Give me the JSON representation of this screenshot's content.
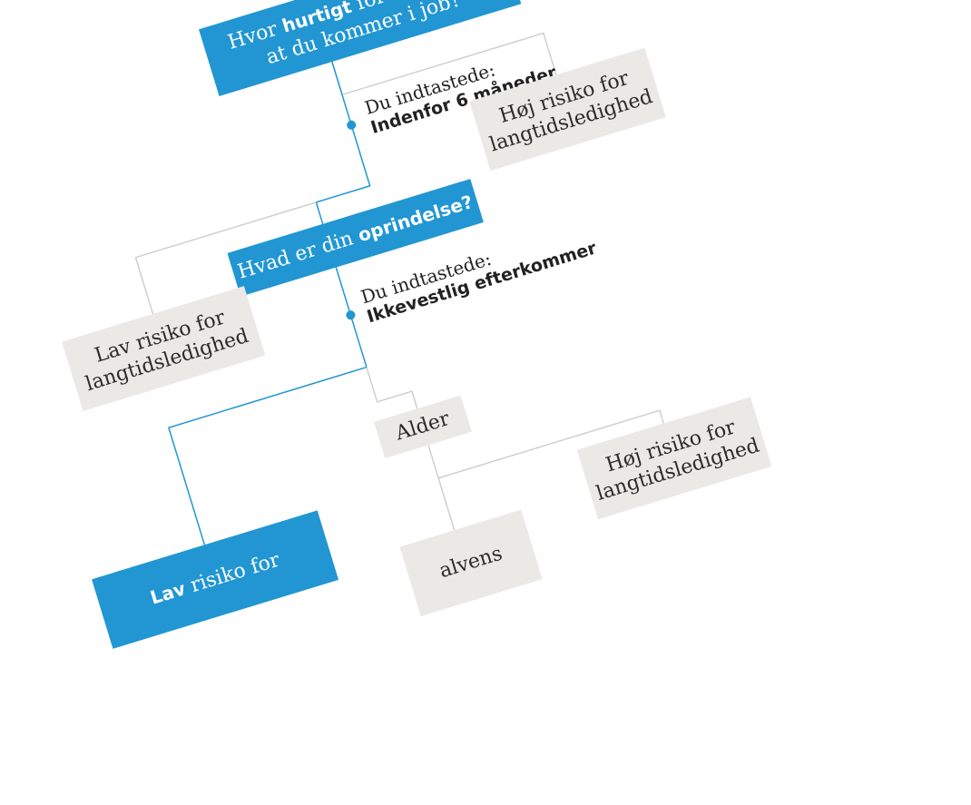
{
  "colors": {
    "question": "#2196d3",
    "outcome": "#ebe9e6",
    "path": "#2196d3",
    "line": "#cfcfcf"
  },
  "nodes": {
    "q1": {
      "pre": "Hvor",
      "bold": "hurtigt",
      "post": "forventer du,",
      "line2": "at du kommer i job?"
    },
    "a1": {
      "label": "Du indtastede:",
      "value": "Indenfor 6 måneder"
    },
    "o1": {
      "line1": "Høj risiko for",
      "line2": "langtidsledighed"
    },
    "q2": {
      "pre": "Hvad er din",
      "bold": "oprindelse?"
    },
    "o2": {
      "line1": "Lav risiko for",
      "line2": "langtidsledighed"
    },
    "a2": {
      "label": "Du indtastede:",
      "value": "Ikkevestlig efterkommer"
    },
    "n3": {
      "line1": "Alder"
    },
    "o3": {
      "line1": "Høj risiko for",
      "line2": "langtidsledighed"
    },
    "o4": {
      "line1": "alvens"
    },
    "o5": {
      "bold": "Lav",
      "line1": "risiko for"
    }
  }
}
